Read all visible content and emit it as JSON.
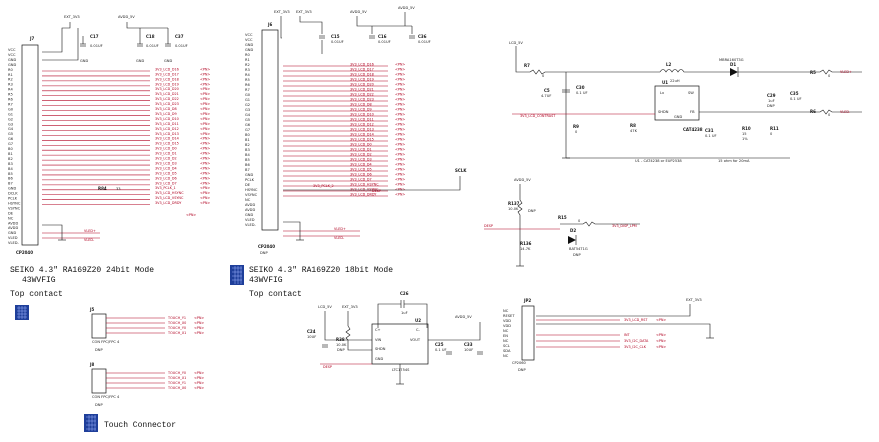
{
  "colors": {
    "wire": "#111111",
    "net_label": "#b00020",
    "logo": "#1f3f9a"
  },
  "j7": {
    "ref": "J7",
    "footprint": "CP2040",
    "pins": [
      "VCC",
      "VCC",
      "GND",
      "GND",
      "R0",
      "R1",
      "R2",
      "R3",
      "R4",
      "R5",
      "R6",
      "R7",
      "G0",
      "G1",
      "G2",
      "G3",
      "G4",
      "G5",
      "G6",
      "G7",
      "B0",
      "B1",
      "B2",
      "B3",
      "B4",
      "B5",
      "B6",
      "B7",
      "GND",
      "DCLK",
      "PCLK",
      "HSYNC",
      "VSYNC",
      "DE",
      "NC",
      "AVDD",
      "AVDD",
      "GND",
      "VLED",
      "VLED-"
    ],
    "nets": [
      "3V3_LCD_D16",
      "3V3_LCD_D17",
      "3V3_LCD_D18",
      "3V3_LCD_D19",
      "3V3_LCD_D20",
      "3V3_LCD_D21",
      "3V3_LCD_D22",
      "3V3_LCD_D23",
      "3V3_LCD_D8",
      "3V3_LCD_D9",
      "3V3_LCD_D10",
      "3V3_LCD_D11",
      "3V3_LCD_D12",
      "3V3_LCD_D13",
      "3V3_LCD_D14",
      "3V3_LCD_D15",
      "3V3_LCD_D0",
      "3V3_LCD_D1",
      "3V3_LCD_D2",
      "3V3_LCD_D3",
      "3V3_LCD_D4",
      "3V3_LCD_D5",
      "3V3_LCD_D6",
      "3V3_LCD_D7",
      "3V3_PCLK_1",
      "3V3_LCD_HSYNC",
      "3V3_LCD_VSYNC",
      "3V3_LCD_DRDY"
    ],
    "r_label": "R84",
    "r_value": "33",
    "caps": [
      {
        "ref": "C17",
        "val": "0.01UF"
      },
      {
        "ref": "C18",
        "val": "0.01UF"
      },
      {
        "ref": "C37",
        "val": "0.01UF"
      }
    ],
    "power": [
      "EXT_3V3",
      "AVDD_5V"
    ],
    "gnd": "GND",
    "vled": [
      "VLED+",
      "VLED-"
    ]
  },
  "j6": {
    "ref": "J6",
    "footprint": "CP2040",
    "dnp": "DNP",
    "pins": [
      "VCC",
      "VCC",
      "GND",
      "GND",
      "R0",
      "R1",
      "R2",
      "R3",
      "R4",
      "R5",
      "R6",
      "R7",
      "G0",
      "G1",
      "G2",
      "G3",
      "G4",
      "G5",
      "G6",
      "G7",
      "B0",
      "B1",
      "B2",
      "B3",
      "B4",
      "B5",
      "B6",
      "B7",
      "GND",
      "PCLK",
      "DE",
      "HSYNC",
      "VSYNC",
      "NC",
      "AVDD",
      "AVDD",
      "GND",
      "VLED",
      "VLED-"
    ],
    "nets": [
      "3V3_LCD_D16",
      "3V3_LCD_D17",
      "3V3_LCD_D18",
      "3V3_LCD_D19",
      "3V3_LCD_D20",
      "3V3_LCD_D21",
      "3V3_LCD_D22",
      "3V3_LCD_D23",
      "3V3_LCD_D8",
      "3V3_LCD_D9",
      "3V3_LCD_D10",
      "3V3_LCD_D11",
      "3V3_LCD_D12",
      "3V3_LCD_D13",
      "3V3_LCD_D14",
      "3V3_LCD_D15",
      "3V3_LCD_D0",
      "3V3_LCD_D1",
      "3V3_LCD_D2",
      "3V3_LCD_D3",
      "3V3_LCD_D4",
      "3V3_LCD_D5",
      "3V3_LCD_D6",
      "3V3_LCD_D7",
      "3V3_LCD_HSYNC",
      "3V3_LCD_VSYNC",
      "3V3_LCD_DRDY"
    ],
    "pclk": "3V3_PCLK_2",
    "caps": [
      {
        "ref": "C15",
        "val": "0.01UF"
      },
      {
        "ref": "C16",
        "val": "0.01UF"
      },
      {
        "ref": "C36",
        "val": "0.01UF"
      }
    ],
    "power": [
      "EXT_3V3",
      "EXT_3V3",
      "AVDD_5V",
      "AVDD_5V"
    ],
    "sclk": "SCLK",
    "desp": "DESP",
    "vled": [
      "VLED+",
      "VLED-"
    ]
  },
  "captions": {
    "left_title": "SEIKO 4.3\"  RA169Z20  24bit Mode",
    "left_sub": "43WVFIG",
    "mid_title": "SEIKO 4.3\"  RA169Z20  18bit Mode",
    "mid_sub": "43WVFIG",
    "top_contact_1": "Top contact",
    "top_contact_2": "Top contact",
    "touch_connector": "Touch Connector"
  },
  "touch": {
    "j5": {
      "ref": "J5",
      "part": "CON FPC/FPC 4",
      "dnp": "DNP",
      "nets": [
        "TOUCH_Y1",
        "TOUCH_X0",
        "TOUCH_Y0",
        "TOUCH_X1"
      ]
    },
    "j8": {
      "ref": "J8",
      "part": "CON FPC/FPC 4",
      "dnp": "DNP",
      "nets": [
        "TOUCH_Y0",
        "TOUCH_X1",
        "TOUCH_Y1",
        "TOUCH_X0"
      ]
    }
  },
  "ldo": {
    "ref": "U2",
    "part": "LTC1754S",
    "c_top": {
      "ref": "C26",
      "val": "1uF"
    },
    "c_in": {
      "ref": "C24",
      "val": "10UF"
    },
    "r_en": {
      "ref": "R38",
      "val": "10.0K",
      "dnp": "DNP"
    },
    "c_out1": {
      "ref": "C25",
      "val": "0.1 UF"
    },
    "c_out2": {
      "ref": "C33",
      "val": "10UF"
    },
    "pins": [
      "C+",
      "C-",
      "VIN",
      "VOUT",
      "SHDN",
      "GND"
    ],
    "nets": [
      "LCD_5V",
      "EXT_3V3",
      "AVDD_5V",
      "DESP"
    ]
  },
  "boost": {
    "input": "LCD_5V",
    "r7": {
      "ref": "R7",
      "val": "0"
    },
    "c_in1": {
      "ref": "C5",
      "val": "4.7UF"
    },
    "c_in2": {
      "ref": "C30",
      "val": "0.1 UF"
    },
    "l2": {
      "ref": "L2",
      "val": "22uH"
    },
    "d1": {
      "ref": "D1",
      "part": "MBRA160T3G"
    },
    "u1": {
      "ref": "U1",
      "pins": [
        "Lx",
        "SW",
        "SHDN",
        "FB",
        "GND"
      ],
      "part": "CAT4238"
    },
    "r9": {
      "ref": "R9",
      "val": "0"
    },
    "r8": {
      "ref": "R8",
      "val": "47K"
    },
    "c31": {
      "ref": "C31",
      "val": "0.1 UF"
    },
    "r10": {
      "ref": "R10",
      "val": "15",
      "note": "1%"
    },
    "r11": {
      "ref": "R11",
      "val": "0"
    },
    "c29": {
      "ref": "C29",
      "val": "1uF",
      "dnp": "DNP"
    },
    "c35": {
      "ref": "C35",
      "val": "0.1 UF"
    },
    "r5": {
      "ref": "R5",
      "val": "0"
    },
    "r6": {
      "ref": "R6",
      "val": "0"
    },
    "out": [
      "VLED+",
      "VLED-"
    ],
    "contrast": "3V3_LCD_CONTRAST",
    "note1": "U1 - CAT4238 or EUP2538",
    "note2": "15 ohm for 20mA"
  },
  "enable": {
    "power": "AVDD_5V",
    "r137": {
      "ref": "R137",
      "val": "10.0K",
      "dnp": "DNP"
    },
    "r136": {
      "ref": "R136",
      "val": "14.7K"
    },
    "r15": {
      "ref": "R15",
      "val": "0"
    },
    "d2": {
      "ref": "D2",
      "part": "BAT54T1G",
      "dnp": "DNP"
    },
    "in": "DESP",
    "out": "3V3_DISP_LPM"
  },
  "jp2": {
    "ref": "JP2",
    "part": "CP2060",
    "dnp": "DNP",
    "power": "EXT_3V3",
    "pins": [
      "NC",
      "RESET",
      "VDD",
      "VDD",
      "NC",
      "EN",
      "NC",
      "SCL",
      "SDA",
      "NC"
    ],
    "nets": [
      "3V3_LCD_RST",
      "INT",
      "3V3_I2C_DATA",
      "3V3_I2C_CLK"
    ]
  },
  "pin_tag": "<PN>"
}
